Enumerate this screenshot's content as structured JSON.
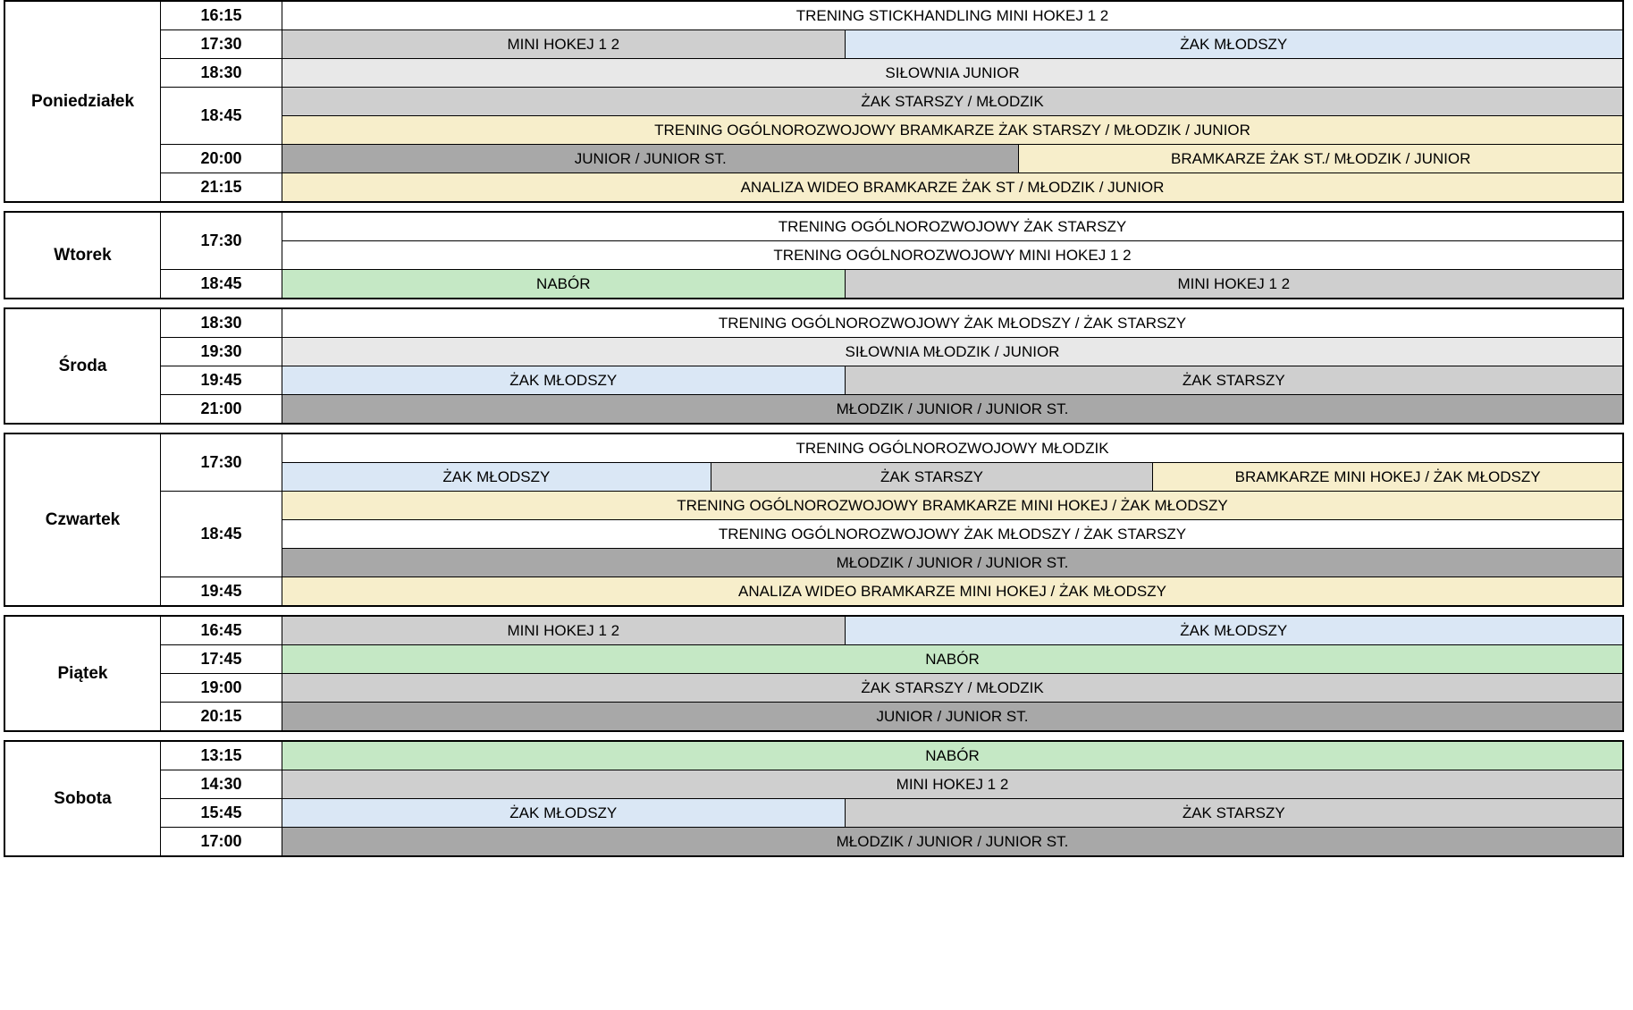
{
  "palette": {
    "white": "#ffffff",
    "light_gray": "#e8e8e8",
    "gray": "#cfcfcf",
    "dark_gray": "#a8a8a8",
    "cream": "#f7eecb",
    "blue": "#dae7f5",
    "green": "#c5e8c5",
    "border": "#000000",
    "text": "#000000"
  },
  "days": [
    {
      "name": "Poniedziałek",
      "groups": [
        {
          "time": "16:15",
          "lines": [
            {
              "cells": [
                {
                  "label": "TRENING STICKHANDLING MINI HOKEJ 1 2",
                  "color": "white",
                  "width": 100
                }
              ]
            }
          ]
        },
        {
          "time": "17:30",
          "lines": [
            {
              "cells": [
                {
                  "label": "MINI HOKEJ 1 2",
                  "color": "gray",
                  "width": 42
                },
                {
                  "label": "ŻAK MŁODSZY",
                  "color": "blue",
                  "width": 58
                }
              ]
            }
          ]
        },
        {
          "time": "18:30",
          "lines": [
            {
              "cells": [
                {
                  "label": "SIŁOWNIA JUNIOR",
                  "color": "light_gray",
                  "width": 100
                }
              ]
            }
          ]
        },
        {
          "time": "18:45",
          "lines": [
            {
              "cells": [
                {
                  "label": "ŻAK STARSZY / MŁODZIK",
                  "color": "gray",
                  "width": 100
                }
              ]
            },
            {
              "cells": [
                {
                  "label": "TRENING OGÓLNOROZWOJOWY BRAMKARZE ŻAK STARSZY / MŁODZIK / JUNIOR",
                  "color": "cream",
                  "width": 100
                }
              ]
            }
          ]
        },
        {
          "time": "20:00",
          "lines": [
            {
              "cells": [
                {
                  "label": "JUNIOR / JUNIOR ST.",
                  "color": "dark_gray",
                  "width": 55
                },
                {
                  "label": "BRAMKARZE ŻAK ST./ MŁODZIK / JUNIOR",
                  "color": "cream",
                  "width": 45
                }
              ]
            }
          ]
        },
        {
          "time": "21:15",
          "lines": [
            {
              "cells": [
                {
                  "label": "ANALIZA WIDEO BRAMKARZE ŻAK ST / MŁODZIK  / JUNIOR",
                  "color": "cream",
                  "width": 100
                }
              ]
            }
          ]
        }
      ]
    },
    {
      "name": "Wtorek",
      "groups": [
        {
          "time": "17:30",
          "lines": [
            {
              "cells": [
                {
                  "label": "TRENING OGÓLNOROZWOJOWY  ŻAK STARSZY",
                  "color": "white",
                  "width": 100
                }
              ]
            },
            {
              "cells": [
                {
                  "label": "TRENING OGÓLNOROZWOJOWY MINI HOKEJ 1 2",
                  "color": "white",
                  "width": 100
                }
              ]
            }
          ]
        },
        {
          "time": "18:45",
          "lines": [
            {
              "cells": [
                {
                  "label": "NABÓR",
                  "color": "green",
                  "width": 42
                },
                {
                  "label": "MINI HOKEJ 1 2",
                  "color": "gray",
                  "width": 58
                }
              ]
            }
          ]
        }
      ]
    },
    {
      "name": "Środa",
      "groups": [
        {
          "time": "18:30",
          "lines": [
            {
              "cells": [
                {
                  "label": "TRENING OGÓLNOROZWOJOWY ŻAK MŁODSZY / ŻAK STARSZY",
                  "color": "white",
                  "width": 100
                }
              ]
            }
          ]
        },
        {
          "time": "19:30",
          "lines": [
            {
              "cells": [
                {
                  "label": "SIŁOWNIA MŁODZIK / JUNIOR",
                  "color": "light_gray",
                  "width": 100
                }
              ]
            }
          ]
        },
        {
          "time": "19:45",
          "lines": [
            {
              "cells": [
                {
                  "label": "ŻAK MŁODSZY",
                  "color": "blue",
                  "width": 42
                },
                {
                  "label": "ŻAK STARSZY",
                  "color": "gray",
                  "width": 58
                }
              ]
            }
          ]
        },
        {
          "time": "21:00",
          "lines": [
            {
              "cells": [
                {
                  "label": "MŁODZIK / JUNIOR / JUNIOR ST.",
                  "color": "dark_gray",
                  "width": 100
                }
              ]
            }
          ]
        }
      ]
    },
    {
      "name": "Czwartek",
      "groups": [
        {
          "time": "17:30",
          "lines": [
            {
              "cells": [
                {
                  "label": "TRENING OGÓLNOROZWOJOWY MŁODZIK",
                  "color": "white",
                  "width": 100
                }
              ]
            },
            {
              "cells": [
                {
                  "label": "ŻAK MŁODSZY",
                  "color": "blue",
                  "width": 32
                },
                {
                  "label": "ŻAK STARSZY",
                  "color": "gray",
                  "width": 33
                },
                {
                  "label": "BRAMKARZE MINI HOKEJ / ŻAK MŁODSZY",
                  "color": "cream",
                  "width": 35
                }
              ]
            }
          ]
        },
        {
          "time": "18:45",
          "lines": [
            {
              "cells": [
                {
                  "label": "TRENING OGÓLNOROZWOJOWY BRAMKARZE MINI HOKEJ / ŻAK MŁODSZY",
                  "color": "cream",
                  "width": 100
                }
              ]
            },
            {
              "cells": [
                {
                  "label": "TRENING OGÓLNOROZWOJOWY ŻAK MŁODSZY / ŻAK STARSZY",
                  "color": "white",
                  "width": 100
                }
              ]
            },
            {
              "cells": [
                {
                  "label": "MŁODZIK / JUNIOR / JUNIOR ST.",
                  "color": "dark_gray",
                  "width": 100
                }
              ]
            }
          ]
        },
        {
          "time": "19:45",
          "lines": [
            {
              "cells": [
                {
                  "label": "ANALIZA WIDEO BRAMKARZE MINI HOKEJ / ŻAK MŁODSZY",
                  "color": "cream",
                  "width": 100
                }
              ]
            }
          ]
        }
      ]
    },
    {
      "name": "Piątek",
      "groups": [
        {
          "time": "16:45",
          "lines": [
            {
              "cells": [
                {
                  "label": "MINI HOKEJ 1 2",
                  "color": "gray",
                  "width": 42
                },
                {
                  "label": "ŻAK MŁODSZY",
                  "color": "blue",
                  "width": 58
                }
              ]
            }
          ]
        },
        {
          "time": "17:45",
          "lines": [
            {
              "cells": [
                {
                  "label": "NABÓR",
                  "color": "green",
                  "width": 100
                }
              ]
            }
          ]
        },
        {
          "time": "19:00",
          "lines": [
            {
              "cells": [
                {
                  "label": "ŻAK STARSZY / MŁODZIK",
                  "color": "gray",
                  "width": 100
                }
              ]
            }
          ]
        },
        {
          "time": "20:15",
          "lines": [
            {
              "cells": [
                {
                  "label": "JUNIOR / JUNIOR ST.",
                  "color": "dark_gray",
                  "width": 100
                }
              ]
            }
          ]
        }
      ]
    },
    {
      "name": "Sobota",
      "groups": [
        {
          "time": "13:15",
          "lines": [
            {
              "cells": [
                {
                  "label": "NABÓR",
                  "color": "green",
                  "width": 100
                }
              ]
            }
          ]
        },
        {
          "time": "14:30",
          "lines": [
            {
              "cells": [
                {
                  "label": "MINI HOKEJ 1 2",
                  "color": "gray",
                  "width": 100
                }
              ]
            }
          ]
        },
        {
          "time": "15:45",
          "lines": [
            {
              "cells": [
                {
                  "label": "ŻAK MŁODSZY",
                  "color": "blue",
                  "width": 42
                },
                {
                  "label": "ŻAK STARSZY",
                  "color": "gray",
                  "width": 58
                }
              ]
            }
          ]
        },
        {
          "time": "17:00",
          "lines": [
            {
              "cells": [
                {
                  "label": "MŁODZIK / JUNIOR / JUNIOR ST.",
                  "color": "dark_gray",
                  "width": 100
                }
              ]
            }
          ]
        }
      ]
    }
  ]
}
